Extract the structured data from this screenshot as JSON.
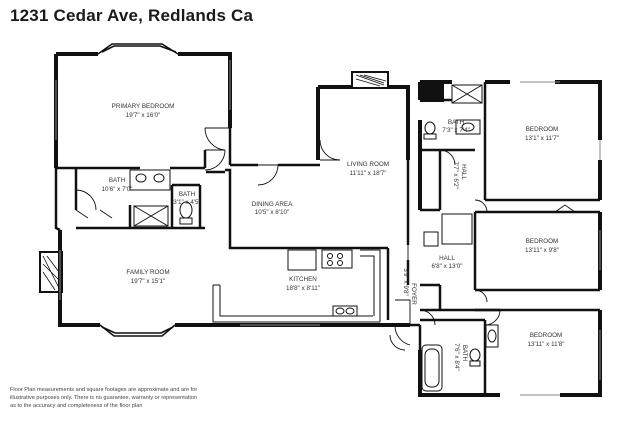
{
  "header": {
    "title": "1231 Cedar Ave, Redlands Ca"
  },
  "rooms": {
    "primary_bedroom": {
      "name": "PRIMARY BEDROOM",
      "dims": "19'7\" x 16'0\""
    },
    "bath_primary": {
      "name": "BATH",
      "dims": "10'6\" x 7'0\""
    },
    "bath_small": {
      "name": "BATH",
      "dims": "3'1\" x 4'5\""
    },
    "dining_area": {
      "name": "DINING AREA",
      "dims": "10'5\" x 8'10\""
    },
    "living_room": {
      "name": "LIVING ROOM",
      "dims": "11'11\" x 18'7\""
    },
    "bath_upper": {
      "name": "BATH",
      "dims": "7'3\" x 7'4\""
    },
    "bedroom_1": {
      "name": "BEDROOM",
      "dims": "13'1\" x 11'7\""
    },
    "hall_vertical": {
      "name": "HALL",
      "dims": "7'7\" x 6'2\""
    },
    "bedroom_2": {
      "name": "BEDROOM",
      "dims": "13'11\" x 9'8\""
    },
    "hall_lower": {
      "name": "HALL",
      "dims": "6'8\" x 13'0\""
    },
    "family_room": {
      "name": "FAMILY ROOM",
      "dims": "19'7\" x 15'1\""
    },
    "kitchen": {
      "name": "KITCHEN",
      "dims": "18'8\" x 8'11\""
    },
    "foyer": {
      "name": "FOYER",
      "dims": "3'9\" x 9'8\""
    },
    "bath_lower": {
      "name": "BATH",
      "dims": "7'6\" x 8'4\""
    },
    "bedroom_3": {
      "name": "BEDROOM",
      "dims": "13'11\" x 11'8\""
    }
  },
  "disclaimer": {
    "line1": "Floor Plan measurements and square footages are approximate and are for",
    "line2": "illustrative purposes only. There is no guarantee, warranty or representation",
    "line3": "as to the accuracy and completeness of the floor plan"
  }
}
